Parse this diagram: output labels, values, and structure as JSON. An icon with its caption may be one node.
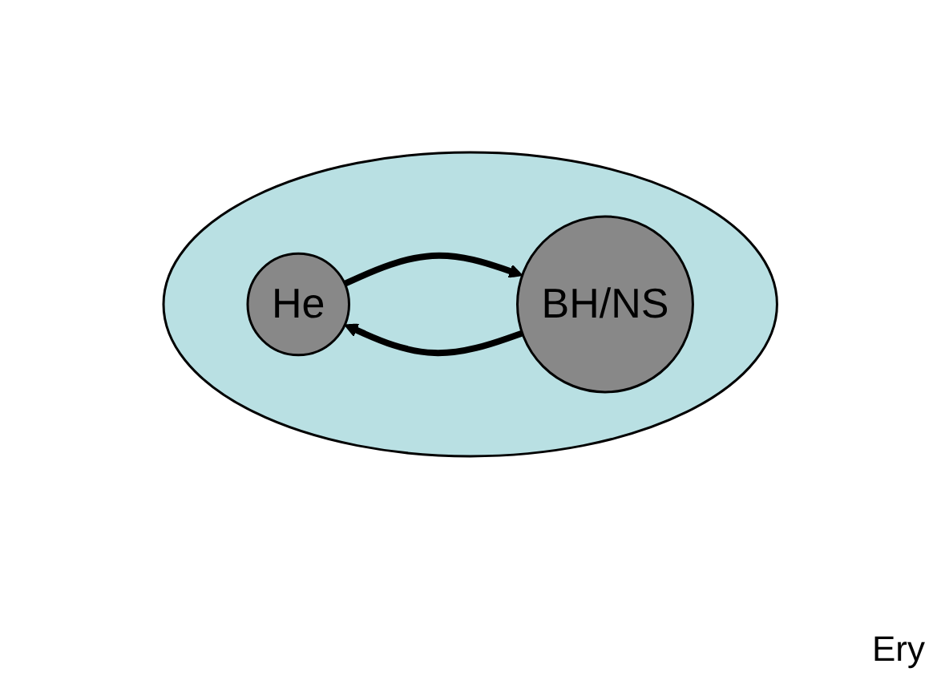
{
  "diagram": {
    "nodes": [
      {
        "text": [],
        "shape": "circle"
      },
      {
        "text": [
          "He"
        ],
        "in": 0
      },
      {
        "text": [
          "BH/NS"
        ],
        "in": 0
      }
    ],
    "edges": [
      {
        "from": 2,
        "to": 1,
        "arrow": "to"
      },
      {
        "from": 1,
        "to": 2,
        "arrow": "to"
      }
    ],
    "labels": [
      "Ery"
    ]
  }
}
